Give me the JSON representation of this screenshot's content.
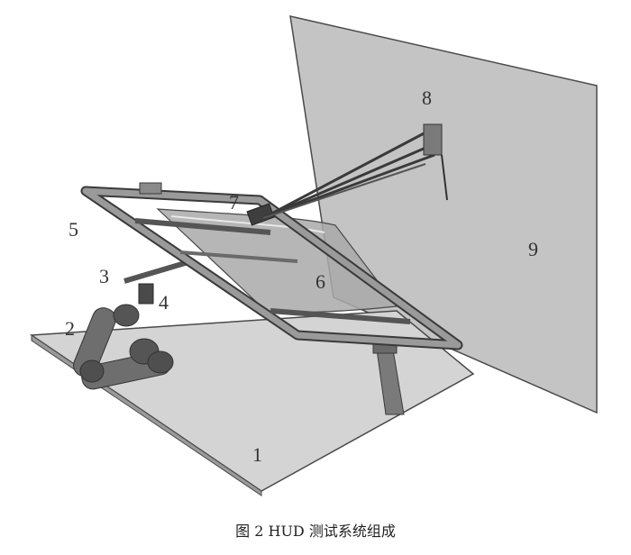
{
  "labels": {
    "n1": "1",
    "n2": "2",
    "n3": "3",
    "n4": "4",
    "n5": "5",
    "n6": "6",
    "n7": "7",
    "n8": "8",
    "n9": "9"
  },
  "caption": "图 2  HUD 测试系统组成",
  "colors": {
    "screen": "#c4c4c4",
    "base_plate": "#d4d4d4",
    "frame": "#8a8a8a",
    "windshield": "#a9a9a9",
    "dark_part": "#555555",
    "outline": "#4a4a4a"
  }
}
